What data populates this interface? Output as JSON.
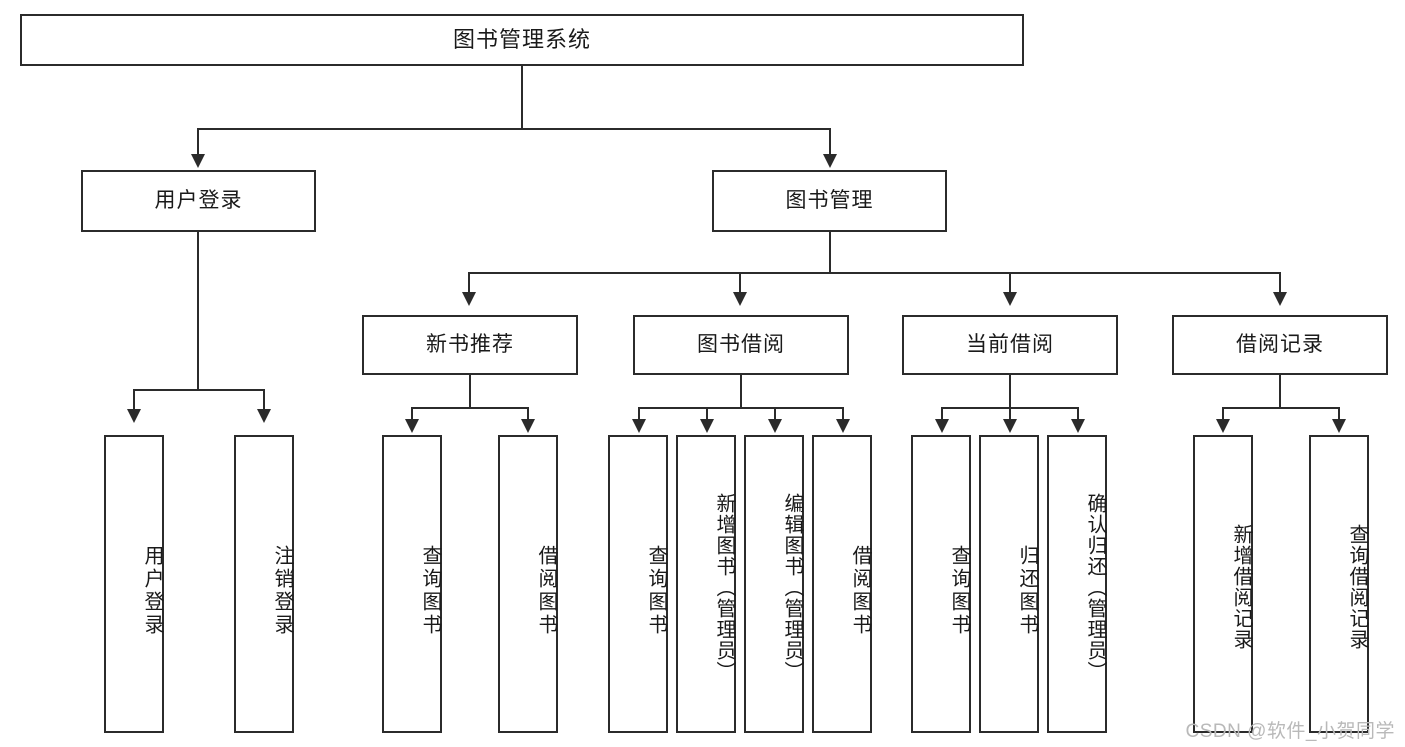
{
  "diagram": {
    "type": "tree-hierarchy",
    "root": {
      "label": "图书管理系统"
    },
    "level2": [
      {
        "label": "用户登录"
      },
      {
        "label": "图书管理"
      }
    ],
    "level3": [
      {
        "label": "新书推荐"
      },
      {
        "label": "图书借阅"
      },
      {
        "label": "当前借阅"
      },
      {
        "label": "借阅记录"
      }
    ],
    "leaves": {
      "user_login": [
        {
          "label": "用户登录"
        },
        {
          "label": "注销登录"
        }
      ],
      "new_book_recommend": [
        {
          "label": "查询图书"
        },
        {
          "label": "借阅图书"
        }
      ],
      "book_borrow": [
        {
          "label": "查询图书"
        },
        {
          "label": "新增图书（管理员）"
        },
        {
          "label": "编辑图书（管理员）"
        },
        {
          "label": "借阅图书"
        }
      ],
      "current_borrow": [
        {
          "label": "查询图书"
        },
        {
          "label": "归还图书"
        },
        {
          "label": "确认归还（管理员）"
        }
      ],
      "borrow_record": [
        {
          "label": "新增借阅记录"
        },
        {
          "label": "查询借阅记录"
        }
      ]
    }
  },
  "watermark": {
    "text": "CSDN @软件_小贺同学"
  },
  "colors": {
    "stroke": "#2b2b2b",
    "fill": "#ffffff",
    "text": "#1a1a1a",
    "watermark": "#b9b9b9"
  }
}
